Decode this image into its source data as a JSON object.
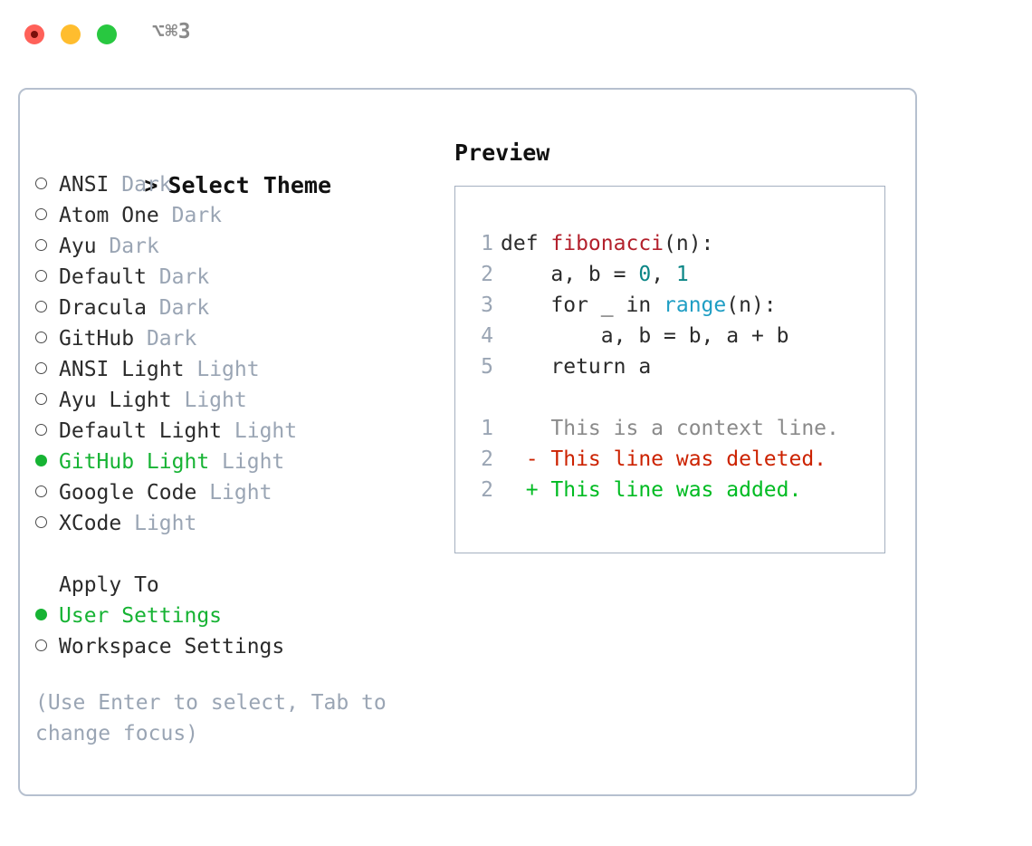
{
  "titlebar": {
    "shortcut": "⌥⌘3",
    "traffic_lights": [
      "close",
      "minimize",
      "maximize"
    ],
    "colors": {
      "close": "#ff6159",
      "minimize": "#ffbd2e",
      "maximize": "#28c840"
    }
  },
  "theme_list": {
    "header": "Select Theme",
    "caret": ">",
    "items": [
      {
        "name": "ANSI",
        "variant": "Dark",
        "selected": false
      },
      {
        "name": "Atom One",
        "variant": "Dark",
        "selected": false
      },
      {
        "name": "Ayu",
        "variant": "Dark",
        "selected": false
      },
      {
        "name": "Default",
        "variant": "Dark",
        "selected": false
      },
      {
        "name": "Dracula",
        "variant": "Dark",
        "selected": false
      },
      {
        "name": "GitHub",
        "variant": "Dark",
        "selected": false
      },
      {
        "name": "ANSI Light",
        "variant": "Light",
        "selected": false
      },
      {
        "name": "Ayu Light",
        "variant": "Light",
        "selected": false
      },
      {
        "name": "Default Light",
        "variant": "Light",
        "selected": false
      },
      {
        "name": "GitHub Light",
        "variant": "Light",
        "selected": true
      },
      {
        "name": "Google Code",
        "variant": "Light",
        "selected": false
      },
      {
        "name": "XCode",
        "variant": "Light",
        "selected": false
      }
    ]
  },
  "apply_to": {
    "header": "Apply To",
    "options": [
      {
        "label": "User Settings",
        "selected": true
      },
      {
        "label": "Workspace Settings",
        "selected": false
      }
    ]
  },
  "hint": "(Use Enter to select, Tab to change focus)",
  "preview": {
    "header": "Preview",
    "code_lines": [
      {
        "num": "1",
        "segments": [
          {
            "text": "def ",
            "type": "plain"
          },
          {
            "text": "fibonacci",
            "type": "fn"
          },
          {
            "text": "(n):",
            "type": "plain"
          }
        ]
      },
      {
        "num": "2",
        "segments": [
          {
            "text": "    a, b = ",
            "type": "plain"
          },
          {
            "text": "0",
            "type": "num"
          },
          {
            "text": ", ",
            "type": "plain"
          },
          {
            "text": "1",
            "type": "num"
          }
        ]
      },
      {
        "num": "3",
        "segments": [
          {
            "text": "    for _ in ",
            "type": "plain"
          },
          {
            "text": "range",
            "type": "call"
          },
          {
            "text": "(n):",
            "type": "plain"
          }
        ]
      },
      {
        "num": "4",
        "segments": [
          {
            "text": "        a, b = b, a + b",
            "type": "plain"
          }
        ]
      },
      {
        "num": "5",
        "segments": [
          {
            "text": "    return a",
            "type": "plain"
          }
        ]
      }
    ],
    "diff_lines": [
      {
        "num": "1",
        "marker": " ",
        "text": "This is a context line.",
        "type": "ctx"
      },
      {
        "num": "2",
        "marker": "-",
        "text": "This line was deleted.",
        "type": "del"
      },
      {
        "num": "2",
        "marker": "+",
        "text": "This line was added.",
        "type": "add"
      }
    ]
  },
  "colors": {
    "accent_green": "#16b333",
    "variant_gray": "#9aa5b4",
    "border": "#b6c0cf",
    "preview_border": "#a5b0c0",
    "fn": "#b3202c",
    "num": "#0b8686",
    "call": "#1f9ec4",
    "diff_del": "#cc2200",
    "diff_add": "#00bb22",
    "diff_ctx": "#8a8a8a"
  }
}
